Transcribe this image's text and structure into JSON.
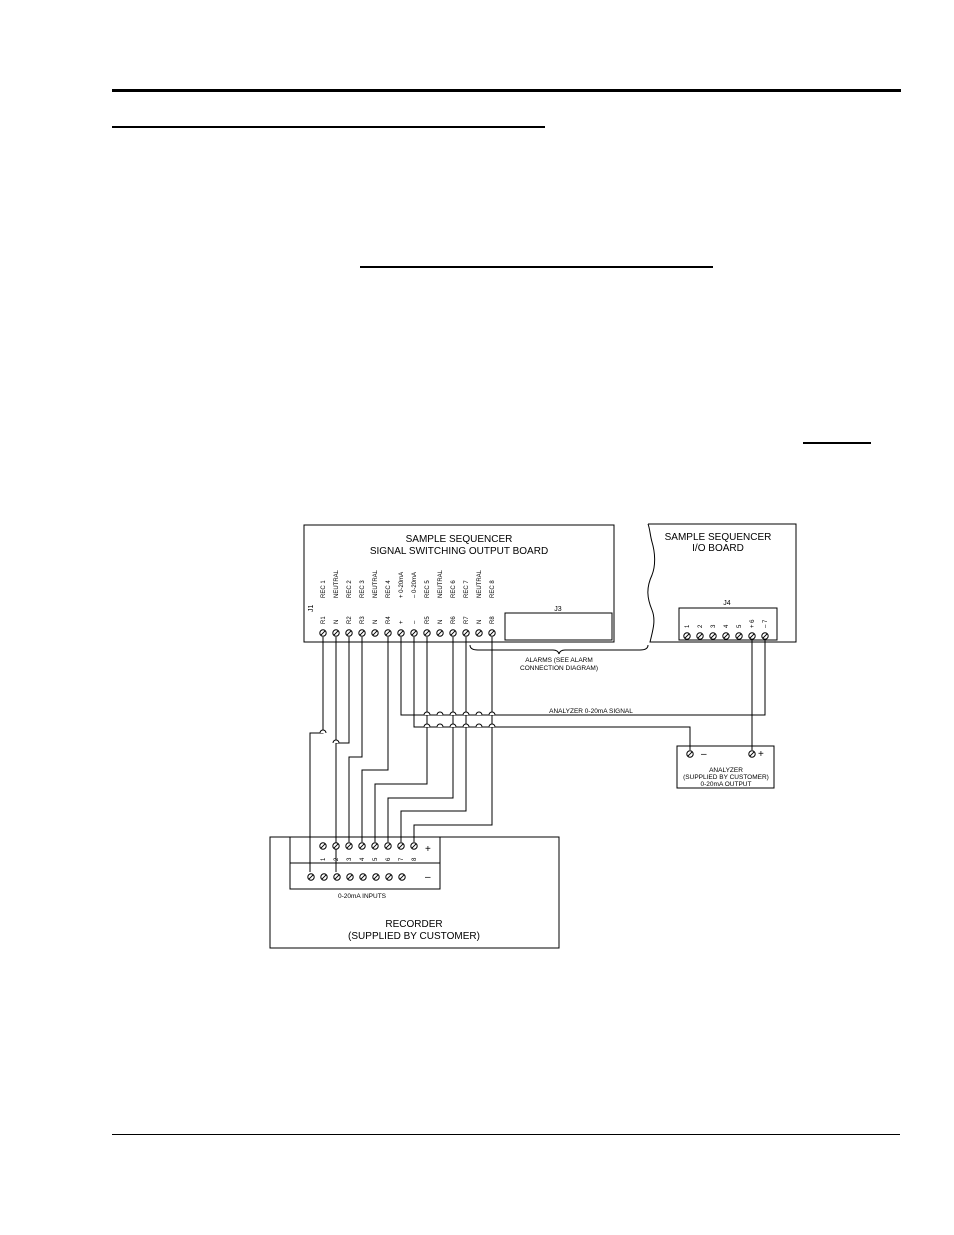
{
  "page": {
    "rules": [
      "header-rule",
      "section-rule",
      "subsection-rule",
      "note-rule",
      "footer-rule"
    ]
  },
  "diagram": {
    "sequencer_board": {
      "title_line1": "SAMPLE SEQUENCER",
      "title_line2": "SIGNAL SWITCHING OUTPUT BOARD",
      "connector_j1": "J1",
      "connector_j3": "J3",
      "terminals": [
        {
          "pin": "R1",
          "label": "REC 1"
        },
        {
          "pin": "N",
          "label": "NEUTRAL"
        },
        {
          "pin": "R2",
          "label": "REC 2"
        },
        {
          "pin": "R3",
          "label": "REC 3"
        },
        {
          "pin": "N",
          "label": "NEUTRAL"
        },
        {
          "pin": "R4",
          "label": "REC 4"
        },
        {
          "pin": "+",
          "label": "+ 0-20mA"
        },
        {
          "pin": "–",
          "label": "– 0-20mA"
        },
        {
          "pin": "R5",
          "label": "REC 5"
        },
        {
          "pin": "N",
          "label": "NEUTRAL"
        },
        {
          "pin": "R6",
          "label": "REC 6"
        },
        {
          "pin": "R7",
          "label": "REC 7"
        },
        {
          "pin": "N",
          "label": "NEUTRAL"
        },
        {
          "pin": "R8",
          "label": "REC 8"
        }
      ],
      "alarms_line1": "ALARMS (SEE ALARM",
      "alarms_line2": "CONNECTION DIAGRAM)"
    },
    "io_board": {
      "title_line1": "SAMPLE SEQUENCER",
      "title_line2": "I/O BOARD",
      "connector": "J4",
      "terminals": [
        "1",
        "2",
        "3",
        "4",
        "5",
        "+ 6",
        "– 7"
      ]
    },
    "signal_label": "ANALYZER 0-20mA SIGNAL",
    "analyzer": {
      "minus": "–",
      "plus": "+",
      "line1": "ANALYZER",
      "line2": "(SUPPLIED BY CUSTOMER)",
      "line3": "0-20mA OUTPUT"
    },
    "recorder": {
      "inputs": [
        "1",
        "2",
        "3",
        "4",
        "5",
        "6",
        "7",
        "8"
      ],
      "plus": "+",
      "minus": "–",
      "inputs_label": "0-20mA INPUTS",
      "line1": "RECORDER",
      "line2": "(SUPPLIED BY CUSTOMER)"
    }
  }
}
